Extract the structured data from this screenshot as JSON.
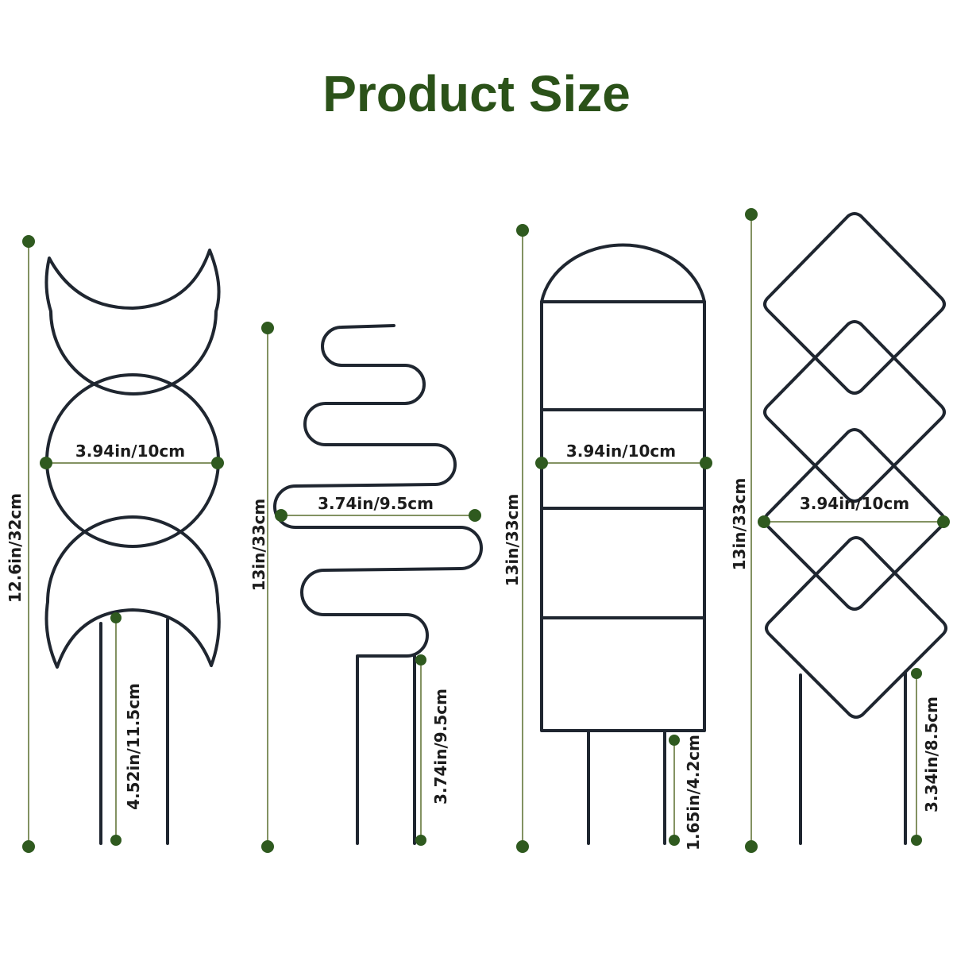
{
  "title": "Product Size",
  "colors": {
    "title": "#2b5219",
    "wire": "#1f2630",
    "dimension": "#5a6e2e",
    "dot": "#2f5a1f",
    "label": "#1c1c1c",
    "background": "#ffffff"
  },
  "trellises": [
    {
      "name": "moon",
      "height": "12.6in/32cm",
      "width": "3.94in/10cm",
      "stake": "4.52in/11.5cm"
    },
    {
      "name": "wave",
      "height": "13in/33cm",
      "width": "3.74in/9.5cm",
      "stake": "3.74in/9.5cm"
    },
    {
      "name": "arch",
      "height": "13in/33cm",
      "width": "3.94in/10cm",
      "stake": "1.65in/4.2cm"
    },
    {
      "name": "diamond",
      "height": "13in/33cm",
      "width": "3.94in/10cm",
      "stake": "3.34in/8.5cm"
    }
  ]
}
